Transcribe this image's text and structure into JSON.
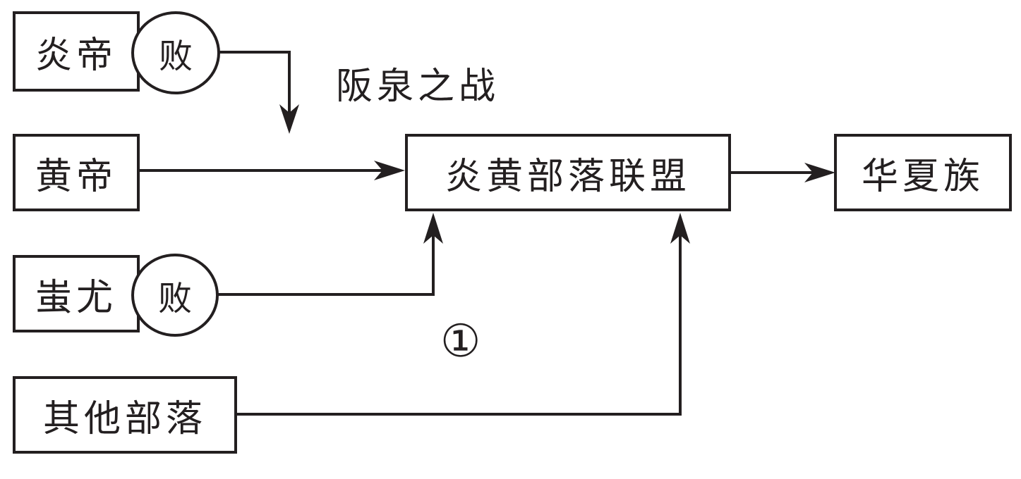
{
  "nodes": {
    "yandi": "炎帝",
    "huangdi": "黄帝",
    "chiyou": "蚩尤",
    "others": "其他部落",
    "alliance": "炎黄部落联盟",
    "huaxia": "华夏族"
  },
  "badges": {
    "yandi_defeat": "败",
    "chiyou_defeat": "败"
  },
  "labels": {
    "banquan_battle": "阪泉之战",
    "blank_1": "①"
  },
  "colors": {
    "ink": "#231f20",
    "background": "#ffffff"
  }
}
